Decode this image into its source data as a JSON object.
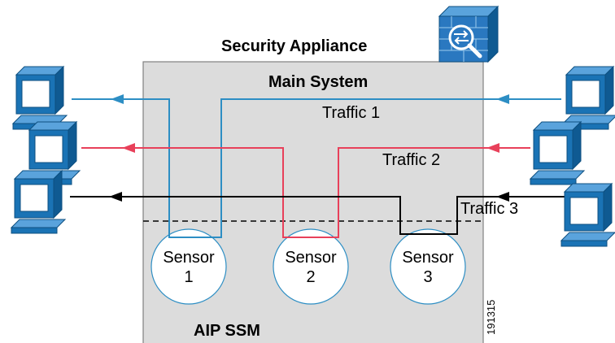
{
  "diagram": {
    "appliance_title": "Security Appliance",
    "main_system_label": "Main System",
    "module_label": "AIP SSM",
    "figure_id": "191315",
    "traffic": [
      {
        "label": "Traffic 1",
        "color": "#2d8ec4"
      },
      {
        "label": "Traffic 2",
        "color": "#e8405a"
      },
      {
        "label": "Traffic 3",
        "color": "#000000"
      }
    ],
    "sensors": [
      {
        "line1": "Sensor",
        "line2": "1"
      },
      {
        "line1": "Sensor",
        "line2": "2"
      },
      {
        "line1": "Sensor",
        "line2": "3"
      }
    ],
    "colors": {
      "appliance_fill": "#dcdcdc",
      "computer_blue": "#1a73b5",
      "icon_blue": "#2a78c0"
    },
    "icons": [
      "computer-icon",
      "firewall-ips-icon"
    ]
  }
}
